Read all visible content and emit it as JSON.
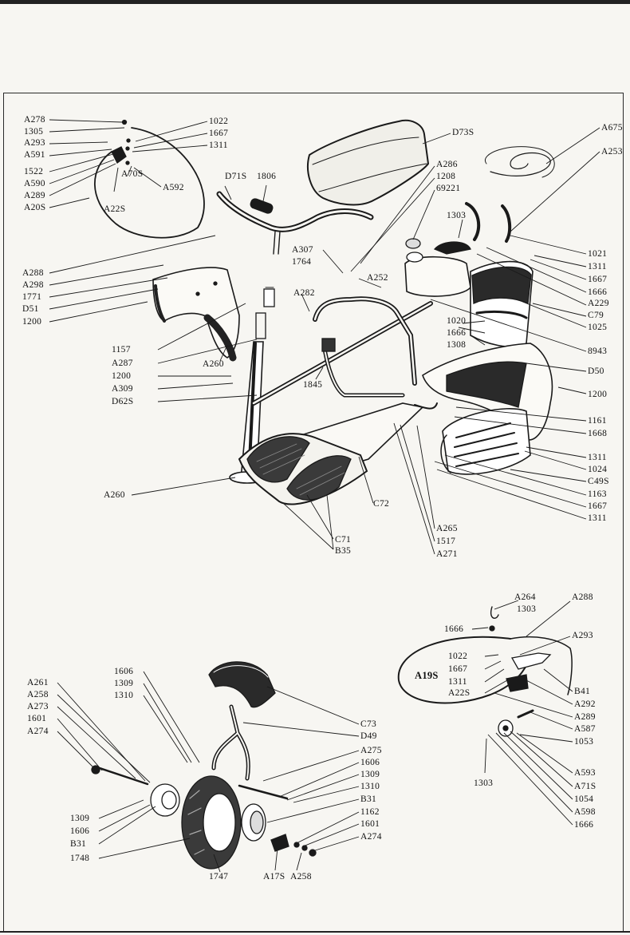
{
  "colors": {
    "ink": "#1a1a1a",
    "paper": "#f7f6f2"
  },
  "labels": {
    "A278": "A278",
    "l1305a": "1305",
    "A293a": "A293",
    "A591": "A591",
    "l1522": "1522",
    "A590": "A590",
    "A289a": "A289",
    "A20S": "A20S",
    "l1022a": "1022",
    "l1667a": "1667",
    "l1311a": "1311",
    "A70S": "A70S",
    "A592": "A592",
    "A22Sa": "A22S",
    "D73S": "D73S",
    "A675": "A675",
    "A253": "A253",
    "D71S": "D71S",
    "l1806": "1806",
    "A286": "A286",
    "l1208": "1208",
    "l69221": "69221",
    "l1303a": "1303",
    "l1021": "1021",
    "l1311b": "1311",
    "l1667b": "1667",
    "l1666a": "1666",
    "A229": "A229",
    "C79": "C79",
    "l1025": "1025",
    "A307": "A307",
    "l1764": "1764",
    "A252": "A252",
    "A282": "A282",
    "A288a": "A288",
    "A298": "A298",
    "l1771": "1771",
    "D51": "D51",
    "l1200a": "1200",
    "l1020": "1020",
    "l1666b": "1666",
    "l1308": "1308",
    "l8943": "8943",
    "l1157": "1157",
    "A287": "A287",
    "A260a": "A260",
    "l1200b": "1200",
    "A309": "A309",
    "D62S": "D62S",
    "l1845": "1845",
    "D50": "D50",
    "l1200c": "1200",
    "l1161": "1161",
    "l1668": "1668",
    "l1311c": "1311",
    "l1024": "1024",
    "C49S": "C49S",
    "l1163": "1163",
    "l1667c": "1667",
    "l1311d": "1311",
    "A260b": "A260",
    "C72": "C72",
    "C71": "C71",
    "B35": "B35",
    "A265": "A265",
    "l1517": "1517",
    "A271": "A271",
    "A264": "A264",
    "A288b": "A288",
    "l1303b": "1303",
    "l1666c": "1666",
    "A293b": "A293",
    "A19S": "A19S",
    "l1022b": "1022",
    "l1667d": "1667",
    "l1311e": "1311",
    "A22Sb": "A22S",
    "B41": "B41",
    "A292": "A292",
    "A289b": "A289",
    "A587": "A587",
    "l1053": "1053",
    "A593": "A593",
    "A71S": "A71S",
    "l1054": "1054",
    "A598": "A598",
    "l1666d": "1666",
    "l1303c": "1303",
    "A261": "A261",
    "A258a": "A258",
    "A273": "A273",
    "l1601a": "1601",
    "A274a": "A274",
    "l1606a": "1606",
    "l1309a": "1309",
    "l1310a": "1310",
    "C73": "C73",
    "D49": "D49",
    "A275": "A275",
    "l1606b": "1606",
    "l1309b": "1309",
    "l1310b": "1310",
    "B31a": "B31",
    "l1162": "1162",
    "l1601b": "1601",
    "A274b": "A274",
    "l1309c": "1309",
    "l1606c": "1606",
    "B31b": "B31",
    "l1748": "1748",
    "l1747": "1747",
    "A17S": "A17S",
    "A258b": "A258"
  }
}
